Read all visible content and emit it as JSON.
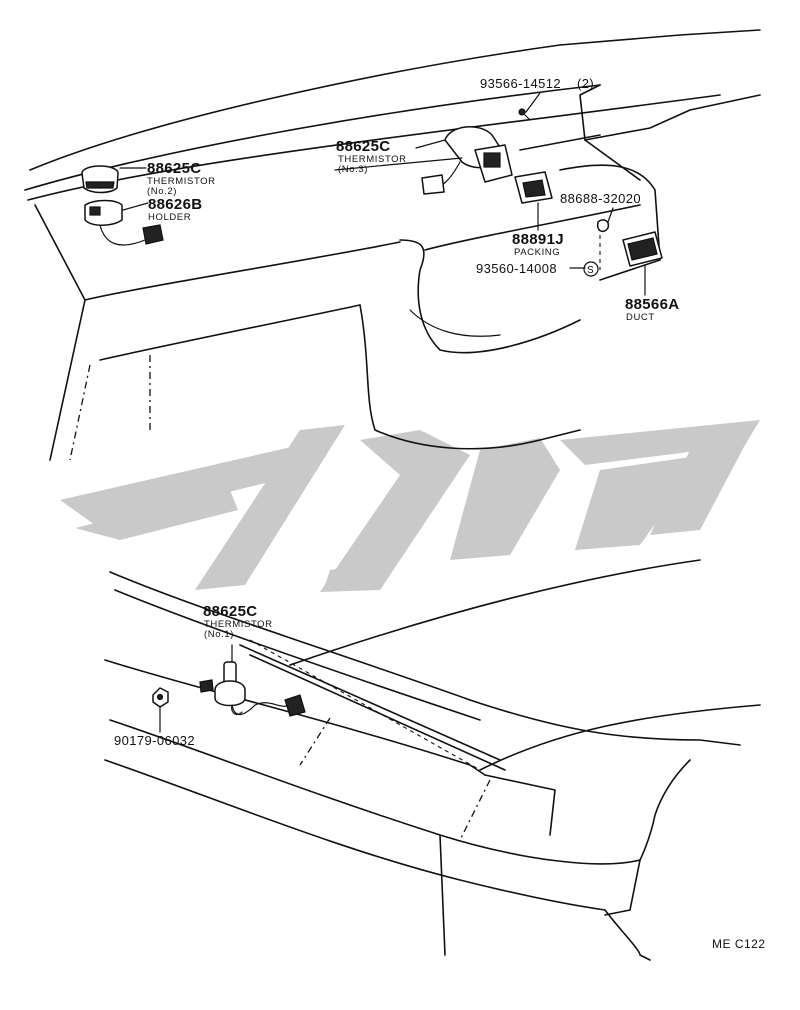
{
  "diagram": {
    "code": "ME C122",
    "watermark": "تویوتا"
  },
  "labels": {
    "thermistor_no2": {
      "part": "88625C",
      "name": "THERMISTOR",
      "note": "(No.2)"
    },
    "holder": {
      "part": "88626B",
      "name": "HOLDER"
    },
    "screw": {
      "part": "93566-14512",
      "qty": "(2)"
    },
    "thermistor_no3": {
      "part": "88625C",
      "name": "THERMISTOR",
      "note": "(No.3)"
    },
    "clip": {
      "part": "88688-32020"
    },
    "packing": {
      "part": "88891J",
      "name": "PACKING"
    },
    "screw_s": {
      "part": "93560-14008",
      "mark": "S"
    },
    "duct": {
      "part": "88566A",
      "name": "DUCT"
    },
    "thermistor_no1": {
      "part": "88625C",
      "name": "THERMISTOR",
      "note": "(No.1)"
    },
    "bolt": {
      "part": "90179-06032"
    }
  }
}
